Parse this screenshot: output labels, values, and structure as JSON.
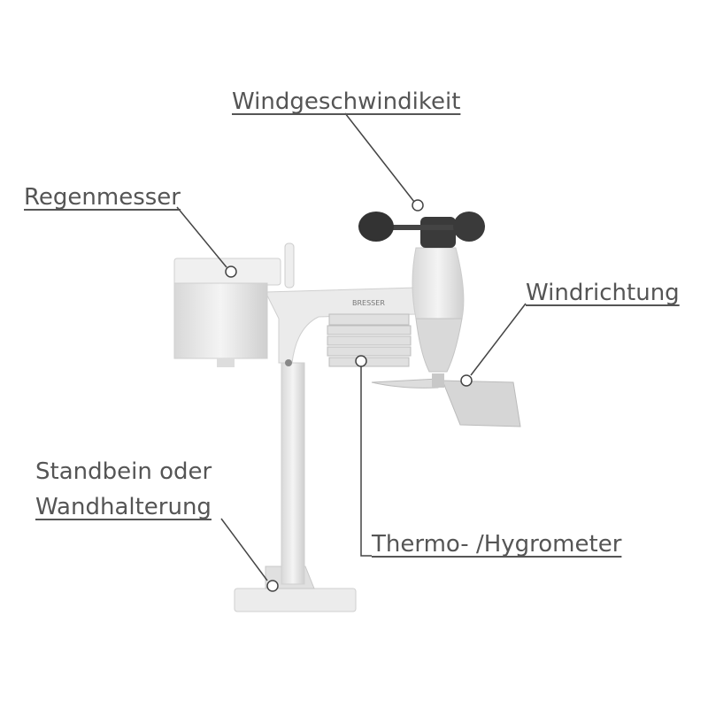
{
  "labels": {
    "wind_speed": "Windgeschwindikeit",
    "rain_gauge": "Regenmesser",
    "wind_direction": "Windrichtung",
    "stand_line1": "Standbein oder",
    "stand_line2": "Wandhalterung",
    "thermo_hygro": "Thermo- /Hygrometer"
  },
  "brand": "BRESSER",
  "colors": {
    "label": "#555555",
    "body": "#e6e6e6",
    "dark": "#3a3a3a"
  }
}
